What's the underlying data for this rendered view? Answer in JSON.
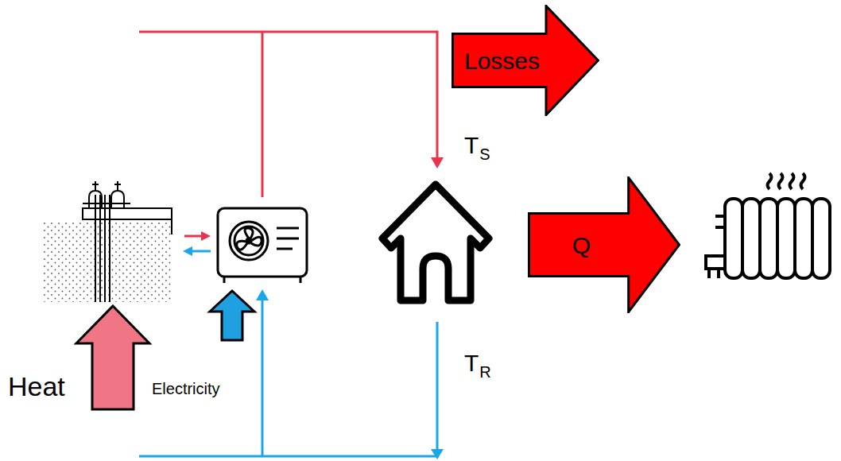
{
  "diagram": {
    "nodes": [
      {
        "text": [
          "Losses"
        ]
      },
      {
        "text": [
          "Q"
        ]
      }
    ],
    "labels": [
      "T",
      "S",
      "T",
      "R",
      "Heat",
      "Electricity"
    ]
  }
}
